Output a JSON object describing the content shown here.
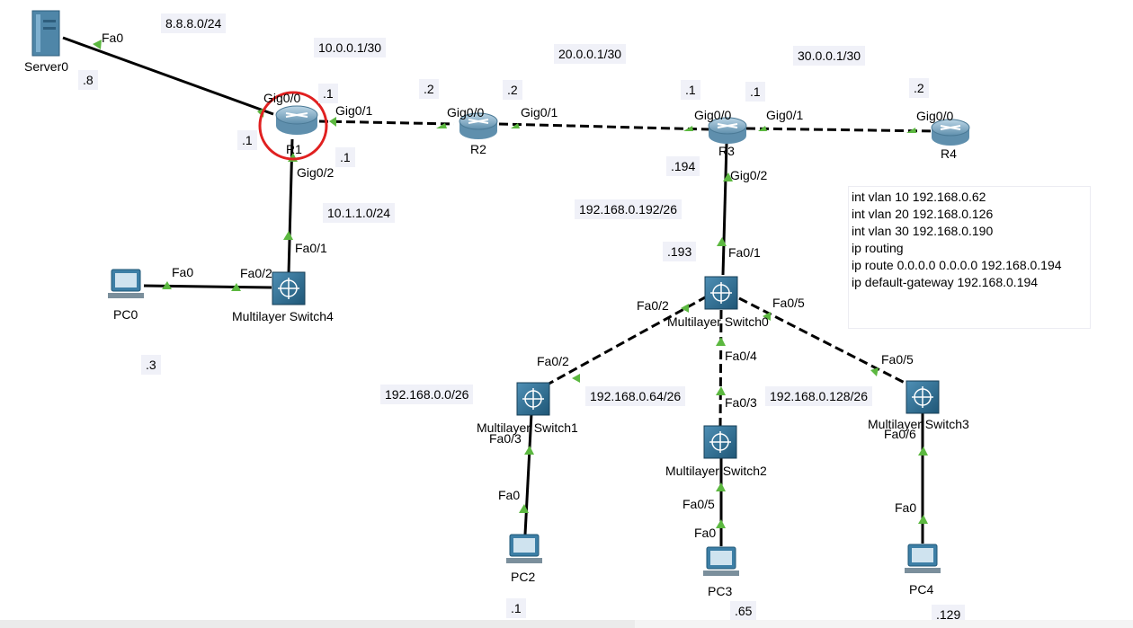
{
  "devices": {
    "server0": "Server0",
    "r1": "R1",
    "r2": "R2",
    "r3": "R3",
    "r4": "R4",
    "pc0": "PC0",
    "pc2": "PC2",
    "pc3": "PC3",
    "pc4": "PC4",
    "msw4": "Multilayer Switch4",
    "msw0": "Multilayer Switch0",
    "msw1": "Multilayer Switch1",
    "msw2": "Multilayer Switch2",
    "msw3": "Multilayer Switch3"
  },
  "networks": {
    "server_net": "8.8.8.0/24",
    "r1_r2": "10.0.0.1/30",
    "r2_r3": "20.0.0.1/30",
    "r3_r4": "30.0.0.1/30",
    "r1_sw4": "10.1.1.0/24",
    "r3_sw0": "192.168.0.192/26",
    "vlan10": "192.168.0.0/26",
    "vlan20": "192.168.0.64/26",
    "vlan30": "192.168.0.128/26"
  },
  "ports": {
    "server_fa0": "Fa0",
    "r1_g00": "Gig0/0",
    "r1_g01": "Gig0/1",
    "r1_g02": "Gig0/2",
    "r2_g00": "Gig0/0",
    "r2_g01": "Gig0/1",
    "r3_g00": "Gig0/0",
    "r3_g01": "Gig0/1",
    "r3_g02": "Gig0/2",
    "r4_g00": "Gig0/0",
    "sw4_fa01": "Fa0/1",
    "sw4_fa02": "Fa0/2",
    "pc0_fa0": "Fa0",
    "sw0_fa01": "Fa0/1",
    "sw0_fa02": "Fa0/2",
    "sw0_fa04": "Fa0/4",
    "sw0_fa05": "Fa0/5",
    "sw1_fa02": "Fa0/2",
    "sw1_fa03": "Fa0/3",
    "sw2_fa03": "Fa0/3",
    "sw2_fa05": "Fa0/5",
    "sw3_fa05": "Fa0/5",
    "sw3_fa06": "Fa0/6",
    "pc2_fa0": "Fa0",
    "pc3_fa0": "Fa0",
    "pc4_fa0": "Fa0"
  },
  "addresses": {
    "server": ".8",
    "r1_g00": ".1",
    "r1_side": ".1",
    "r1_g01": ".1",
    "r1_g02": ".1",
    "r2_left": ".2",
    "r2_right": ".2",
    "r3_left": ".1",
    "r3_right": ".1",
    "r3_down": ".194",
    "r4": ".2",
    "sw0_up": ".193",
    "pc0": ".3",
    "pc2": ".1",
    "pc3": ".65",
    "pc4": ".129"
  },
  "config_note": [
    "int vlan 10 192.168.0.62",
    "int vlan 20 192.168.0.126",
    "int vlan 30 192.168.0.190",
    "ip routing",
    "ip route 0.0.0.0 0.0.0.0 192.168.0.194",
    "ip default-gateway 192.168.0.194"
  ],
  "colors": {
    "link": "#000000",
    "port_up": "#5cb840",
    "highlight": "#e02020",
    "device_blue": "#3d7fa6"
  }
}
